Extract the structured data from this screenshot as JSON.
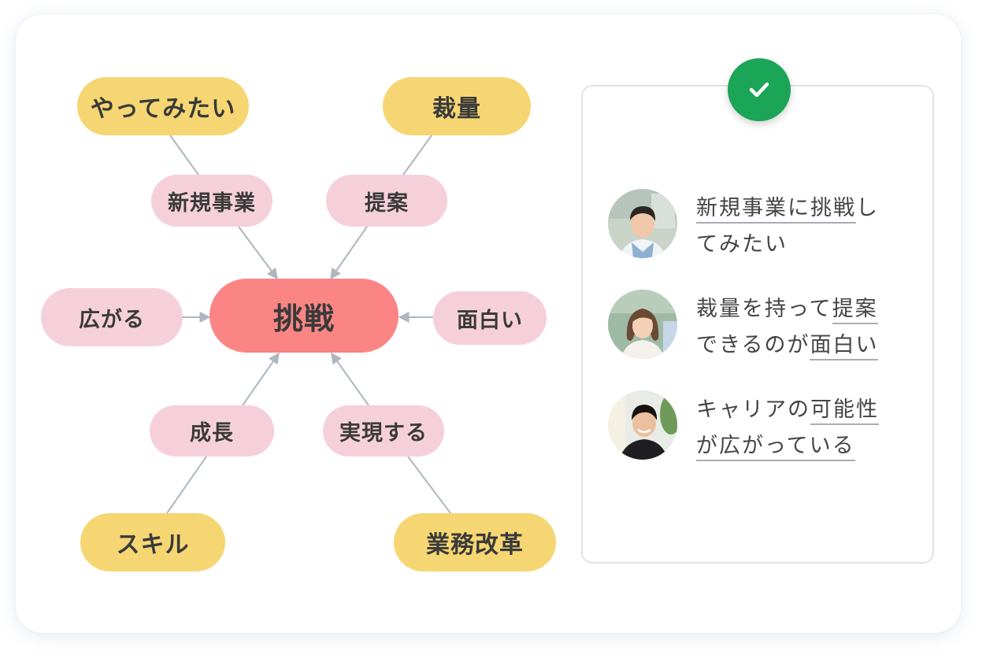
{
  "diagram": {
    "center": "挑戦",
    "top_left": {
      "outer": "やってみたい",
      "inner": "新規事業"
    },
    "top_right": {
      "outer": "裁量",
      "inner": "提案"
    },
    "left": "広がる",
    "right": "面白い",
    "bottom_left": {
      "outer": "スキル",
      "inner": "成長"
    },
    "bottom_right": {
      "outer": "業務改革",
      "inner": "実現する"
    },
    "colors": {
      "center": "#fb8585",
      "inner": "#f5d0da",
      "outer": "#f6d673",
      "connector": "#aeb6c0"
    }
  },
  "panel": {
    "badge_icon": "checkmark-icon",
    "badge_color": "#1aa557",
    "quotes": [
      {
        "avatar": "person-avatar-man-1",
        "hl1": "新規事業",
        "t1": "に",
        "hl2": "挑戦",
        "t2": "し",
        "line2": "てみたい"
      },
      {
        "avatar": "person-avatar-woman",
        "t1": "裁量を持って",
        "hl1": "提案",
        "t2": "できるのが",
        "hl2": "面白い"
      },
      {
        "avatar": "person-avatar-man-2",
        "t1": "キャリアの",
        "hl1": "可能性",
        "hl2": "が広がっている"
      }
    ]
  }
}
